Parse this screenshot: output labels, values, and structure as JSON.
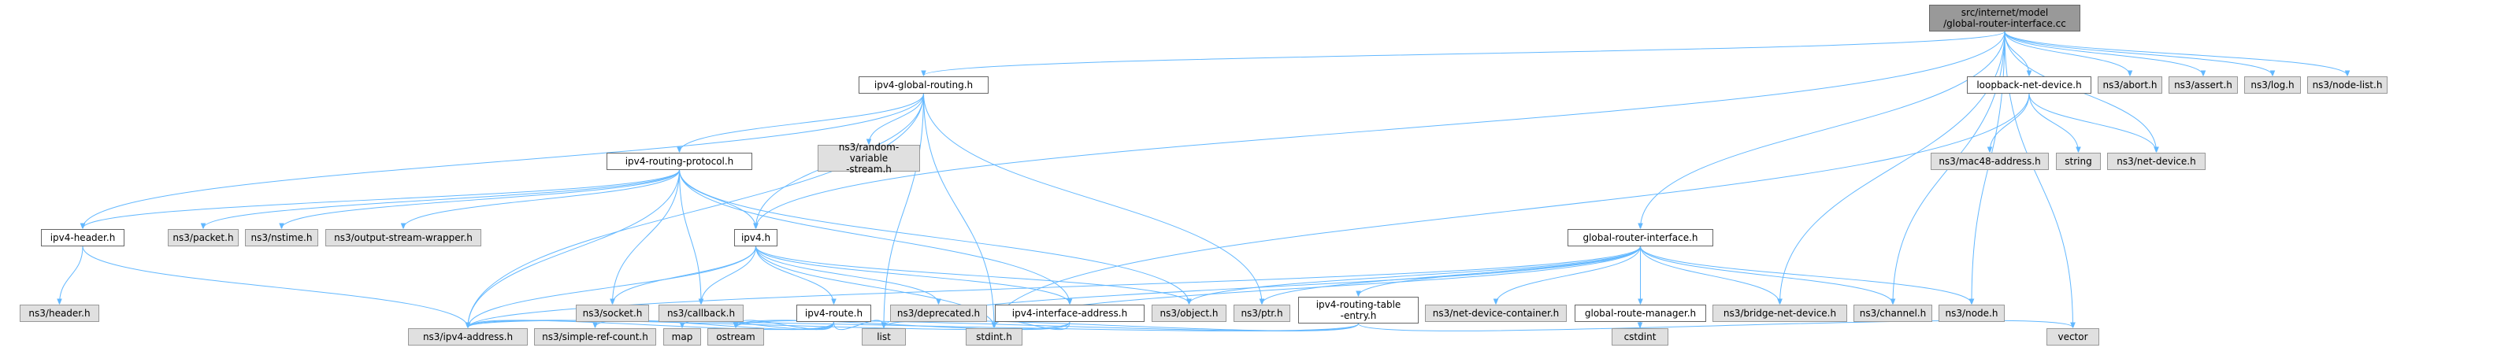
{
  "colors": {
    "edge": "#63b8ff",
    "arrow": "#63b8ff",
    "root_fill": "#999999",
    "ext_fill": "#e0e0e0",
    "node_border": "#666666"
  },
  "nodes": [
    {
      "id": "root",
      "label": "src/internet/model\n/global-router-interface.cc",
      "kind": "root"
    },
    {
      "id": "ipv4_global_routing",
      "label": "ipv4-global-routing.h",
      "kind": "linked"
    },
    {
      "id": "loopback",
      "label": "loopback-net-device.h",
      "kind": "linked"
    },
    {
      "id": "abort",
      "label": "ns3/abort.h",
      "kind": "ext"
    },
    {
      "id": "assert",
      "label": "ns3/assert.h",
      "kind": "ext"
    },
    {
      "id": "log",
      "label": "ns3/log.h",
      "kind": "ext"
    },
    {
      "id": "nodelist",
      "label": "ns3/node-list.h",
      "kind": "ext"
    },
    {
      "id": "ipv4_routing_protocol",
      "label": "ipv4-routing-protocol.h",
      "kind": "linked"
    },
    {
      "id": "random_var",
      "label": "ns3/random-variable\n-stream.h",
      "kind": "ext"
    },
    {
      "id": "mac48",
      "label": "ns3/mac48-address.h",
      "kind": "ext"
    },
    {
      "id": "string",
      "label": "string",
      "kind": "ext"
    },
    {
      "id": "netdev",
      "label": "ns3/net-device.h",
      "kind": "ext"
    },
    {
      "id": "ipv4_header",
      "label": "ipv4-header.h",
      "kind": "linked"
    },
    {
      "id": "packet",
      "label": "ns3/packet.h",
      "kind": "ext"
    },
    {
      "id": "nstime",
      "label": "ns3/nstime.h",
      "kind": "ext"
    },
    {
      "id": "osw",
      "label": "ns3/output-stream-wrapper.h",
      "kind": "ext"
    },
    {
      "id": "ipv4h",
      "label": "ipv4.h",
      "kind": "linked"
    },
    {
      "id": "gri_h",
      "label": "global-router-interface.h",
      "kind": "linked"
    },
    {
      "id": "header",
      "label": "ns3/header.h",
      "kind": "ext"
    },
    {
      "id": "socket",
      "label": "ns3/socket.h",
      "kind": "ext"
    },
    {
      "id": "callback",
      "label": "ns3/callback.h",
      "kind": "ext"
    },
    {
      "id": "ipv4_route",
      "label": "ipv4-route.h",
      "kind": "linked"
    },
    {
      "id": "deprecated",
      "label": "ns3/deprecated.h",
      "kind": "ext"
    },
    {
      "id": "ipv4_ifaddr",
      "label": "ipv4-interface-address.h",
      "kind": "linked"
    },
    {
      "id": "object",
      "label": "ns3/object.h",
      "kind": "ext"
    },
    {
      "id": "ptr",
      "label": "ns3/ptr.h",
      "kind": "ext"
    },
    {
      "id": "ipv4_rte",
      "label": "ipv4-routing-table\n-entry.h",
      "kind": "linked"
    },
    {
      "id": "ndc",
      "label": "ns3/net-device-container.h",
      "kind": "ext"
    },
    {
      "id": "grm",
      "label": "global-route-manager.h",
      "kind": "linked"
    },
    {
      "id": "bridge",
      "label": "ns3/bridge-net-device.h",
      "kind": "ext"
    },
    {
      "id": "channel",
      "label": "ns3/channel.h",
      "kind": "ext"
    },
    {
      "id": "node",
      "label": "ns3/node.h",
      "kind": "ext"
    },
    {
      "id": "ipv4addr",
      "label": "ns3/ipv4-address.h",
      "kind": "ext"
    },
    {
      "id": "src",
      "label": "ns3/simple-ref-count.h",
      "kind": "ext"
    },
    {
      "id": "map",
      "label": "map",
      "kind": "ext"
    },
    {
      "id": "ostream",
      "label": "ostream",
      "kind": "ext"
    },
    {
      "id": "list",
      "label": "list",
      "kind": "ext"
    },
    {
      "id": "stdint",
      "label": "stdint.h",
      "kind": "ext"
    },
    {
      "id": "vector",
      "label": "vector",
      "kind": "ext"
    },
    {
      "id": "cstdint",
      "label": "cstdint",
      "kind": "ext"
    }
  ],
  "edges": [
    [
      "root",
      "ipv4_global_routing"
    ],
    [
      "root",
      "loopback"
    ],
    [
      "root",
      "abort"
    ],
    [
      "root",
      "assert"
    ],
    [
      "root",
      "log"
    ],
    [
      "root",
      "nodelist"
    ],
    [
      "root",
      "ipv4h"
    ],
    [
      "root",
      "gri_h"
    ],
    [
      "root",
      "netdev"
    ],
    [
      "root",
      "bridge"
    ],
    [
      "root",
      "channel"
    ],
    [
      "root",
      "node"
    ],
    [
      "root",
      "vector"
    ],
    [
      "ipv4_global_routing",
      "ipv4_routing_protocol"
    ],
    [
      "ipv4_global_routing",
      "random_var"
    ],
    [
      "ipv4_global_routing",
      "ipv4_header"
    ],
    [
      "ipv4_global_routing",
      "ipv4h"
    ],
    [
      "ipv4_global_routing",
      "ptr"
    ],
    [
      "ipv4_global_routing",
      "list"
    ],
    [
      "ipv4_global_routing",
      "stdint"
    ],
    [
      "ipv4_global_routing",
      "ipv4addr"
    ],
    [
      "loopback",
      "mac48"
    ],
    [
      "loopback",
      "string"
    ],
    [
      "loopback",
      "netdev"
    ],
    [
      "loopback",
      "stdint"
    ],
    [
      "ipv4_routing_protocol",
      "ipv4_header"
    ],
    [
      "ipv4_routing_protocol",
      "packet"
    ],
    [
      "ipv4_routing_protocol",
      "nstime"
    ],
    [
      "ipv4_routing_protocol",
      "osw"
    ],
    [
      "ipv4_routing_protocol",
      "ipv4h"
    ],
    [
      "ipv4_routing_protocol",
      "socket"
    ],
    [
      "ipv4_routing_protocol",
      "callback"
    ],
    [
      "ipv4_routing_protocol",
      "ipv4_ifaddr"
    ],
    [
      "ipv4_routing_protocol",
      "object"
    ],
    [
      "ipv4_routing_protocol",
      "ipv4addr"
    ],
    [
      "ipv4_header",
      "header"
    ],
    [
      "ipv4_header",
      "ipv4addr"
    ],
    [
      "ipv4h",
      "socket"
    ],
    [
      "ipv4h",
      "callback"
    ],
    [
      "ipv4h",
      "ipv4_route"
    ],
    [
      "ipv4h",
      "deprecated"
    ],
    [
      "ipv4h",
      "ipv4_ifaddr"
    ],
    [
      "ipv4h",
      "object"
    ],
    [
      "ipv4h",
      "stdint"
    ],
    [
      "ipv4h",
      "ipv4addr"
    ],
    [
      "gri_h",
      "object"
    ],
    [
      "gri_h",
      "ptr"
    ],
    [
      "gri_h",
      "ipv4_rte"
    ],
    [
      "gri_h",
      "ndc"
    ],
    [
      "gri_h",
      "grm"
    ],
    [
      "gri_h",
      "bridge"
    ],
    [
      "gri_h",
      "channel"
    ],
    [
      "gri_h",
      "node"
    ],
    [
      "gri_h",
      "list"
    ],
    [
      "gri_h",
      "stdint"
    ],
    [
      "gri_h",
      "ipv4addr"
    ],
    [
      "ipv4_route",
      "ipv4addr"
    ],
    [
      "ipv4_route",
      "src"
    ],
    [
      "ipv4_route",
      "map"
    ],
    [
      "ipv4_route",
      "ostream"
    ],
    [
      "ipv4_route",
      "list"
    ],
    [
      "ipv4_ifaddr",
      "ipv4addr"
    ],
    [
      "ipv4_ifaddr",
      "ostream"
    ],
    [
      "ipv4_ifaddr",
      "stdint"
    ],
    [
      "ipv4_rte",
      "ipv4addr"
    ],
    [
      "ipv4_rte",
      "ostream"
    ],
    [
      "ipv4_rte",
      "list"
    ],
    [
      "ipv4_rte",
      "vector"
    ],
    [
      "grm",
      "cstdint"
    ]
  ]
}
